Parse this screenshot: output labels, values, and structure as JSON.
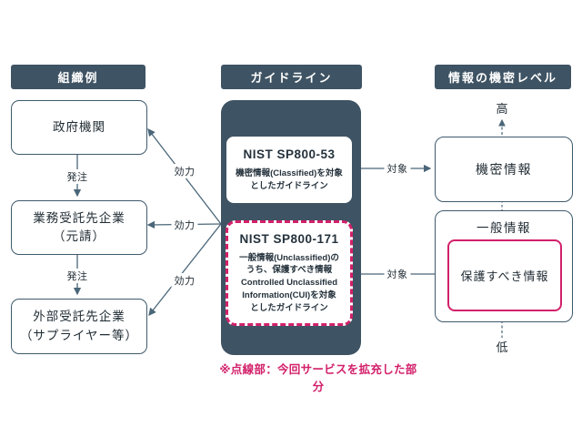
{
  "palette": {
    "slate": "#3e5363",
    "slate_border": "#3e5a6c",
    "arrow": "#4a6679",
    "pink": "#d2206a",
    "text": "#1f2b33"
  },
  "columns": {
    "left": {
      "header": "組織例",
      "boxes": [
        {
          "label": "政府機関"
        },
        {
          "label": "業務受託先企業\n（元請）"
        },
        {
          "label": "外部受託先企業\n（サプライヤー等）"
        }
      ]
    },
    "center": {
      "header": "ガイドライン",
      "cards": [
        {
          "title": "NIST SP800-53",
          "description": "機密情報(Classified)を対象\nとしたガイドライン"
        },
        {
          "title": "NIST SP800-171",
          "description": "一般情報(Unclassified)の\nうち、保護すべき情報\nControlled Unclassified\nInformation(CUI)を対象\nとしたガイドライン"
        }
      ]
    },
    "right": {
      "header": "情報の機密レベル",
      "scale_top": "高",
      "scale_bottom": "低",
      "boxes": [
        {
          "label": "機密情報"
        },
        {
          "label": "一般情報",
          "inner_label": "保護すべき情報"
        }
      ]
    }
  },
  "connectors": {
    "order_labels": [
      "発注",
      "発注"
    ],
    "effect_labels": [
      "効力",
      "効力",
      "効力"
    ],
    "target_labels": [
      "対象",
      "対象"
    ]
  },
  "note": "※点線部：今回サービスを拡充した部分"
}
